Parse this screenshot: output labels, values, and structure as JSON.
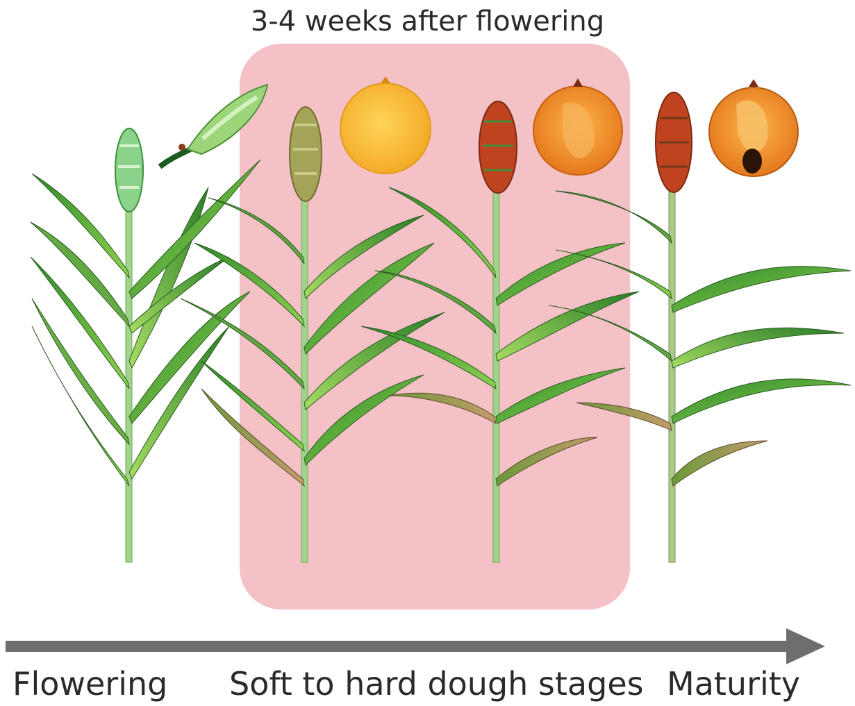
{
  "title": "3-4 weeks after flowering",
  "stages": [
    {
      "label": "Flowering"
    },
    {
      "label": "Soft to hard dough stages"
    },
    {
      "label": "Maturity"
    }
  ],
  "colors": {
    "highlight_box": "#f3c1c6",
    "arrow": "#6e6e6e",
    "leaf_dark": "#2f8a2c",
    "leaf_light": "#8fd14f",
    "stem": "#9fd48a",
    "senescent_leaf": "#b98a5a",
    "panicle_flowering": "#8bd38b",
    "panicle_dough": "#9a9a52",
    "panicle_mature": "#c0431f",
    "grain_soft": "#f6b62a",
    "grain_hard": "#ef8a1c",
    "grain_mature": "#e06a18"
  },
  "icons": [
    "sorghum-plant-flowering",
    "flower-spikelet-closeup",
    "sorghum-plant-soft-dough",
    "grain-soft-dough",
    "sorghum-plant-hard-dough",
    "grain-hard-dough",
    "sorghum-plant-mature",
    "grain-mature-black-layer"
  ]
}
